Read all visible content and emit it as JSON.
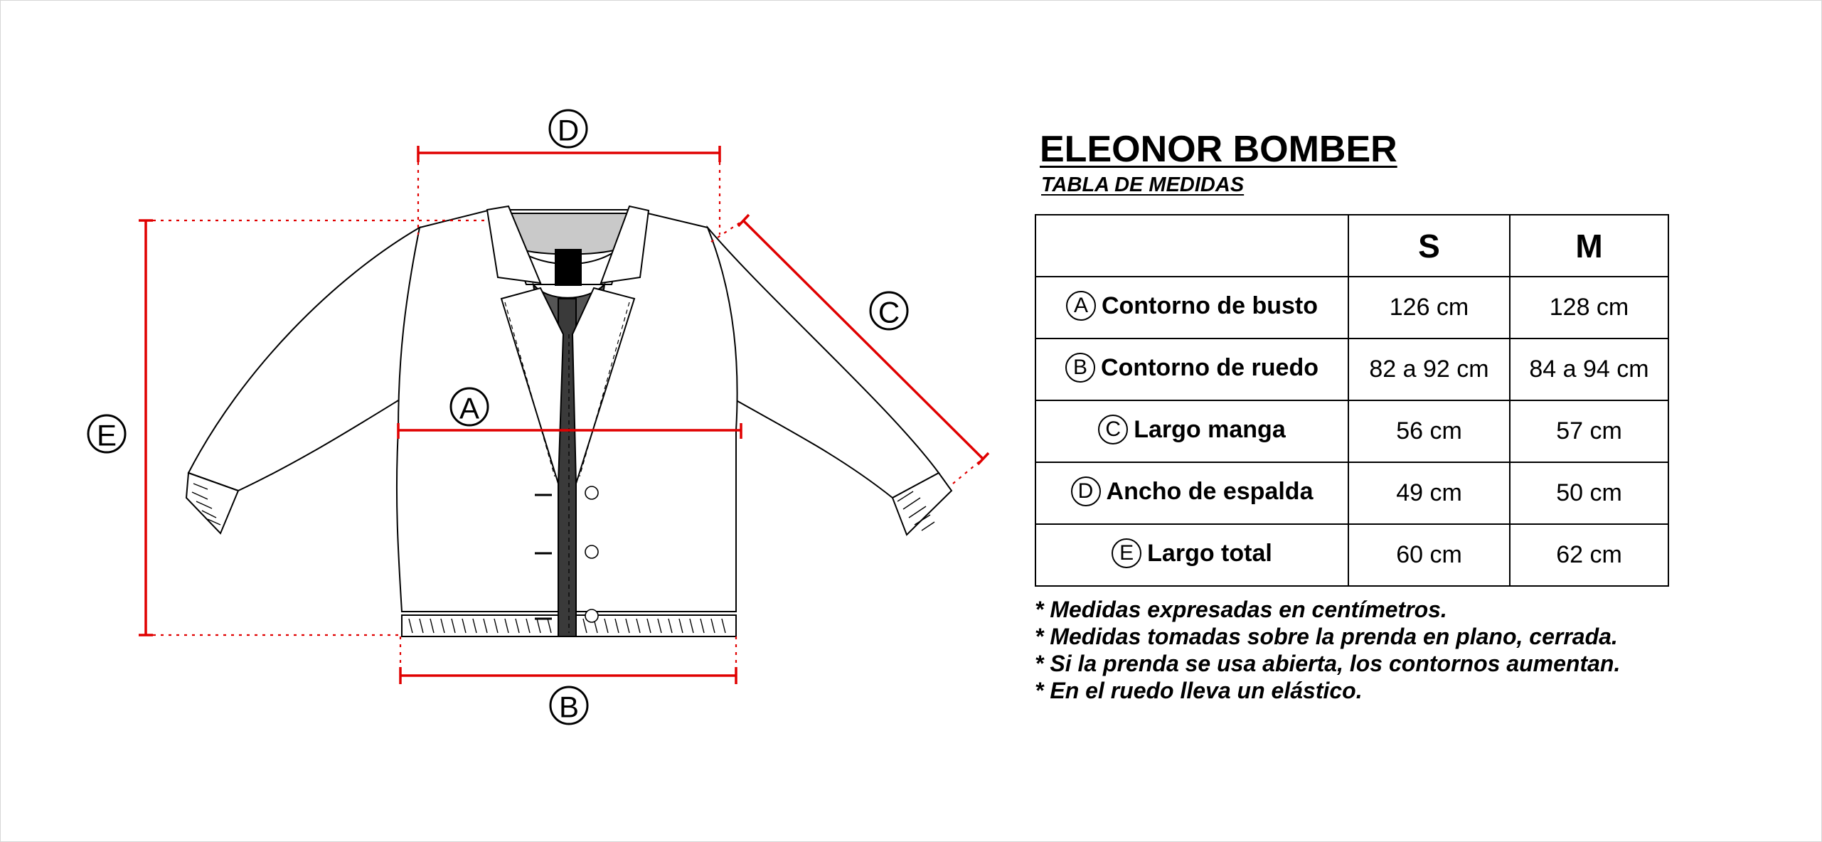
{
  "header": {
    "title": "ELEONOR BOMBER",
    "subtitle": "TABLA DE MEDIDAS"
  },
  "colors": {
    "measure_line": "#e00000",
    "outline": "#000000",
    "placket": "#3a3a3a",
    "collar_gray": "#c9c9c9"
  },
  "diagram": {
    "markers": [
      "A",
      "B",
      "C",
      "D",
      "E"
    ]
  },
  "size_table": {
    "sizes": [
      "S",
      "M"
    ],
    "rows": [
      {
        "marker": "A",
        "label": "Contorno de busto",
        "values": [
          "126 cm",
          "128 cm"
        ]
      },
      {
        "marker": "B",
        "label": "Contorno de ruedo",
        "values": [
          "82 a 92 cm",
          "84 a 94 cm"
        ]
      },
      {
        "marker": "C",
        "label": "Largo manga",
        "values": [
          "56 cm",
          "57 cm"
        ]
      },
      {
        "marker": "D",
        "label": "Ancho de espalda",
        "values": [
          "49 cm",
          "50 cm"
        ]
      },
      {
        "marker": "E",
        "label": "Largo total",
        "values": [
          "60 cm",
          "62 cm"
        ]
      }
    ]
  },
  "notes": [
    "* Medidas expresadas en centímetros.",
    "* Medidas tomadas sobre la prenda en plano, cerrada.",
    "* Si la prenda se usa abierta, los contornos aumentan.",
    "* En el ruedo lleva un elástico."
  ]
}
